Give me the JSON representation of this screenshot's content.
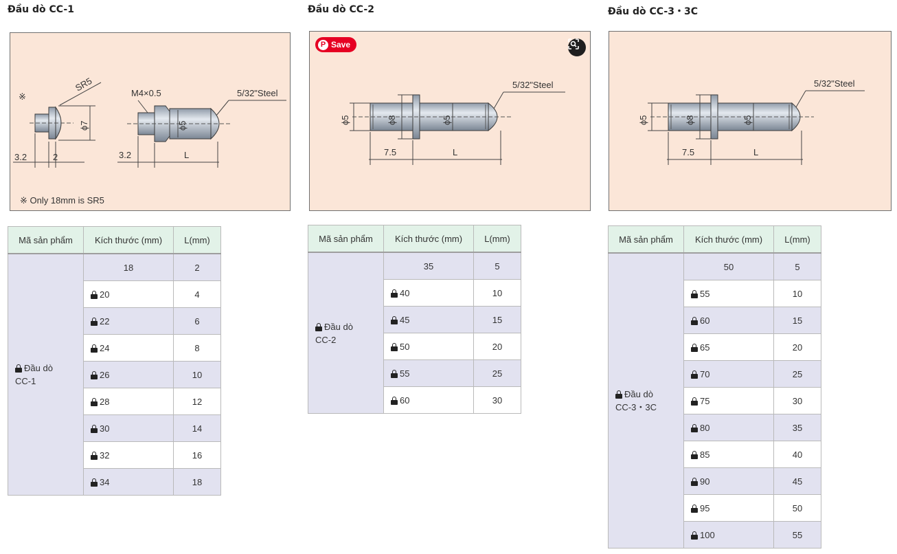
{
  "columns": [
    {
      "title": "Đầu dò CC-1",
      "diagram": {
        "mark": "※",
        "sr": "SR5",
        "phi7": "ϕ7",
        "dim32a": "3.2",
        "dim2": "2",
        "m4": "M4×0.5",
        "steel": "5/32\"Steel",
        "phi5": "ϕ5",
        "dim32b": "3.2",
        "L": "L",
        "note": "※ Only 18mm is SR5"
      },
      "table": {
        "headers": [
          "Mã sản phẩm",
          "Kích thước (mm)",
          "L(mm)"
        ],
        "group_line1": "Đầu dò",
        "group_line2": "CC-1",
        "rows": [
          {
            "size": "18",
            "L": "2",
            "lock": false
          },
          {
            "size": "20",
            "L": "4",
            "lock": true
          },
          {
            "size": "22",
            "L": "6",
            "lock": true
          },
          {
            "size": "24",
            "L": "8",
            "lock": true
          },
          {
            "size": "26",
            "L": "10",
            "lock": true
          },
          {
            "size": "28",
            "L": "12",
            "lock": true
          },
          {
            "size": "30",
            "L": "14",
            "lock": true
          },
          {
            "size": "32",
            "L": "16",
            "lock": true
          },
          {
            "size": "34",
            "L": "18",
            "lock": true
          }
        ]
      }
    },
    {
      "title": "Đầu dò CC-2",
      "save_label": "Save",
      "diagram": {
        "steel": "5/32\"Steel",
        "phi5a": "ϕ5",
        "phi8": "ϕ8",
        "phi5b": "ϕ5",
        "dim75": "7.5",
        "L": "L"
      },
      "table": {
        "headers": [
          "Mã sản phẩm",
          "Kích thước (mm)",
          "L(mm)"
        ],
        "group_line1": "Đầu dò",
        "group_line2": "CC-2",
        "rows": [
          {
            "size": "35",
            "L": "5",
            "lock": false
          },
          {
            "size": "40",
            "L": "10",
            "lock": true
          },
          {
            "size": "45",
            "L": "15",
            "lock": true
          },
          {
            "size": "50",
            "L": "20",
            "lock": true
          },
          {
            "size": "55",
            "L": "25",
            "lock": true
          },
          {
            "size": "60",
            "L": "30",
            "lock": true
          }
        ]
      }
    },
    {
      "title": "Đầu dò CC-3・3C",
      "diagram": {
        "steel": "5/32\"Steel",
        "phi5a": "ϕ5",
        "phi8": "ϕ8",
        "phi5b": "ϕ5",
        "dim75": "7.5",
        "L": "L"
      },
      "table": {
        "headers": [
          "Mã sản phẩm",
          "Kích thước (mm)",
          "L(mm)"
        ],
        "group_line1": "Đầu dò",
        "group_line2": "CC-3・3C",
        "rows": [
          {
            "size": "50",
            "L": "5",
            "lock": false
          },
          {
            "size": "55",
            "L": "10",
            "lock": true
          },
          {
            "size": "60",
            "L": "15",
            "lock": true
          },
          {
            "size": "65",
            "L": "20",
            "lock": true
          },
          {
            "size": "70",
            "L": "25",
            "lock": true
          },
          {
            "size": "75",
            "L": "30",
            "lock": true
          },
          {
            "size": "80",
            "L": "35",
            "lock": true
          },
          {
            "size": "85",
            "L": "40",
            "lock": true
          },
          {
            "size": "90",
            "L": "45",
            "lock": true
          },
          {
            "size": "95",
            "L": "50",
            "lock": true
          },
          {
            "size": "100",
            "L": "55",
            "lock": true
          }
        ]
      }
    }
  ]
}
